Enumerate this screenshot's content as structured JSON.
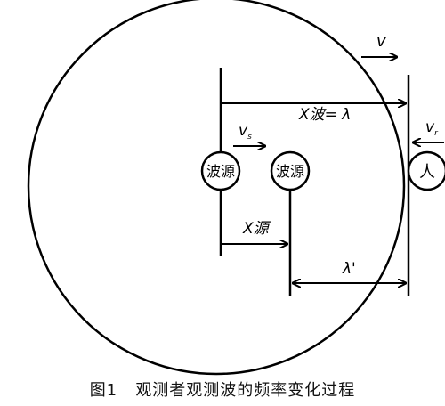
{
  "labels": {
    "v": "v",
    "vs_main": "v",
    "vs_sub": "s",
    "vr_main": "v",
    "vr_sub": "r",
    "x_wave": "X波= λ",
    "x_source": "X源",
    "lambda_prime": "λ'",
    "source_old": "波源",
    "source_new": "波源",
    "observer": "人"
  },
  "caption": {
    "figure_no": "图1",
    "text": "观测者观测波的频率变化过程"
  },
  "colors": {
    "ink": "#000000",
    "background": "#ffffff"
  }
}
